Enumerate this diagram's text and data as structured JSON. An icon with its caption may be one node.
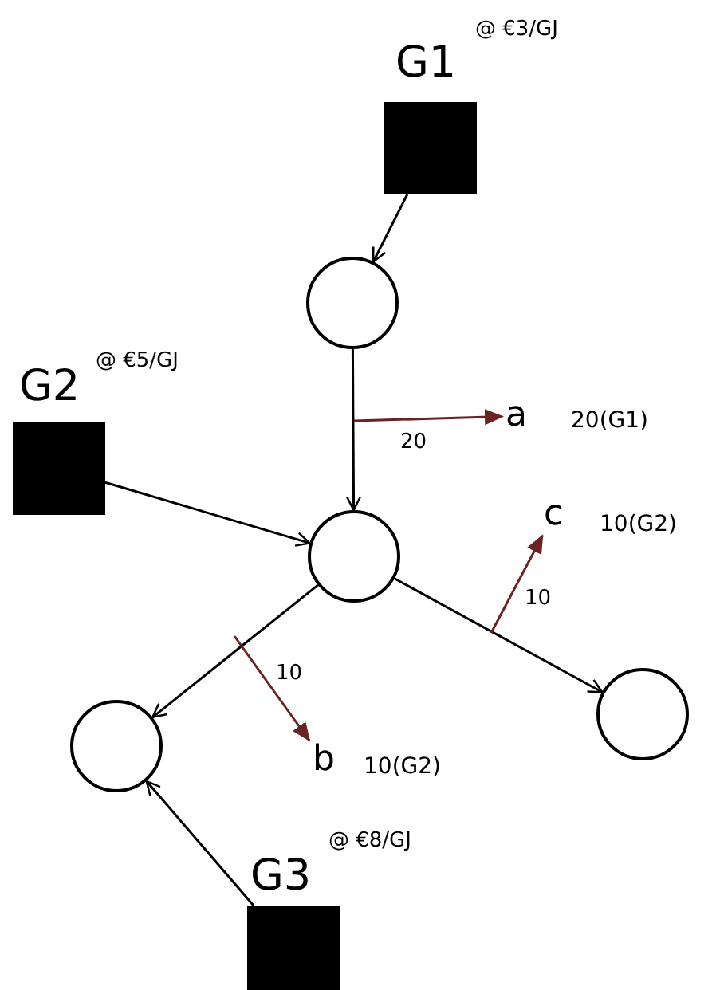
{
  "diagram": {
    "nodes": [
      {
        "text": [
          "G1",
          "@ €3/GJ"
        ]
      },
      {
        "text": [
          "G2",
          "@ €5/GJ"
        ]
      },
      {
        "text": [
          "G3",
          "@ €8/GJ"
        ]
      },
      {
        "text": [],
        "shape": "circle"
      },
      {
        "text": [],
        "shape": "circle"
      },
      {
        "text": [],
        "shape": "circle"
      },
      {
        "text": [],
        "shape": "circle"
      },
      {
        "text": [
          "a"
        ],
        "beside": [
          "20(G1)"
        ]
      },
      {
        "text": [
          "c"
        ],
        "beside": [
          "10(G2)"
        ]
      },
      {
        "text": [
          "b"
        ],
        "beside": [
          "10(G2)"
        ]
      }
    ],
    "edges": [
      {
        "from": 0,
        "to": 3,
        "arrow": "to"
      },
      {
        "from": 3,
        "to": 4,
        "arrow": "to"
      },
      {
        "from": 1,
        "to": 4,
        "arrow": "to"
      },
      {
        "from": 4,
        "to": 5,
        "arrow": "to"
      },
      {
        "from": 4,
        "to": 6,
        "arrow": "to"
      },
      {
        "from": 2,
        "to": 5,
        "arrow": "to"
      },
      {
        "from": null,
        "to": 7,
        "arrow": "to",
        "label": "20",
        "color": "#6b2222"
      },
      {
        "from": null,
        "to": 8,
        "arrow": "to",
        "label": "10",
        "color": "#6b2222"
      },
      {
        "from": null,
        "to": 9,
        "arrow": "to",
        "label": "10",
        "color": "#6b2222"
      }
    ]
  }
}
